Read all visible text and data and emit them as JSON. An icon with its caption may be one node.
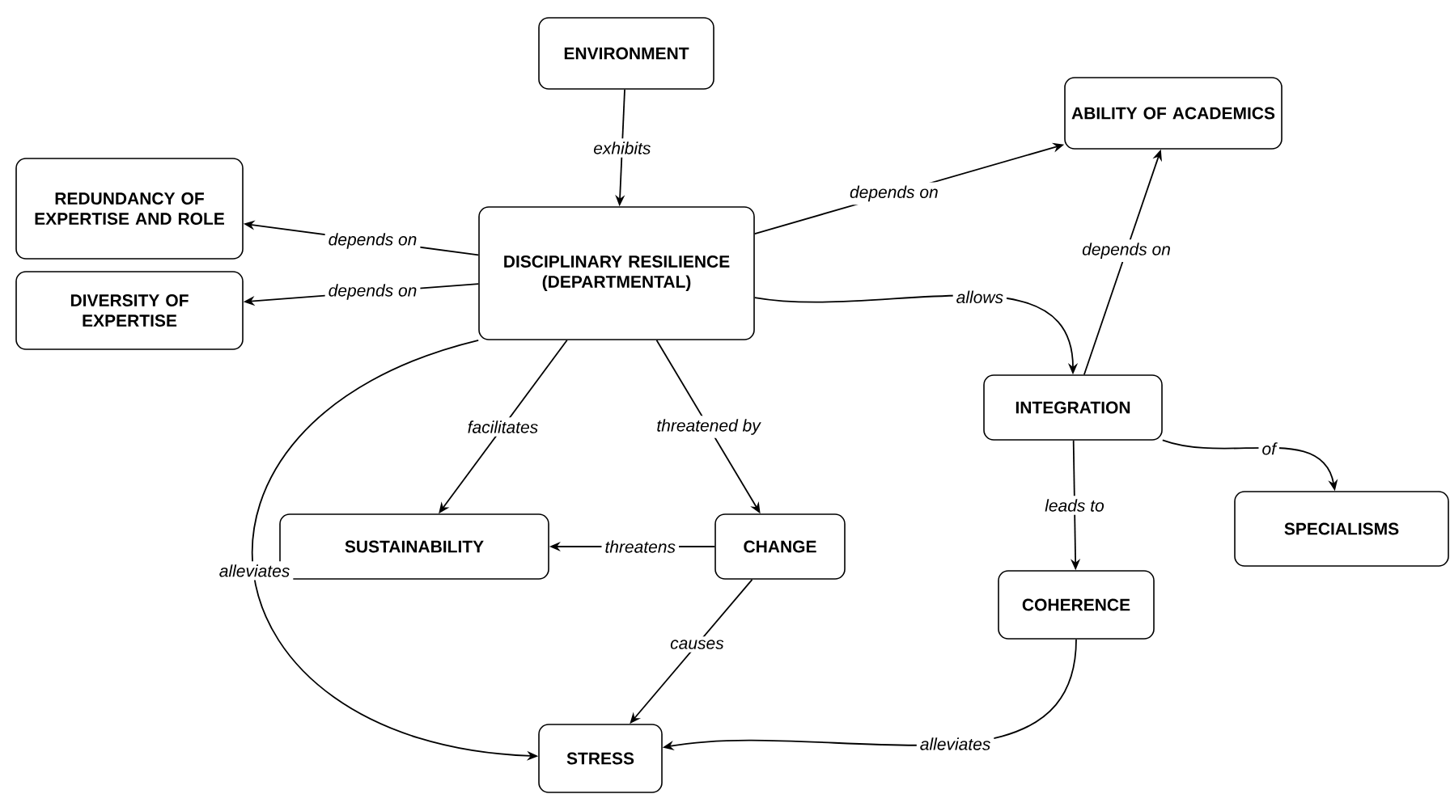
{
  "diagram": {
    "nodes": [
      {
        "text": [
          "ENVIRONMENT"
        ]
      },
      {
        "text": [
          "ABILITY OF ACADEMICS"
        ]
      },
      {
        "text": [
          "REDUNDANCY OF EXPERTISE AND ROLE"
        ]
      },
      {
        "text": [
          "DISCIPLINARY RESILIENCE (DEPARTMENTAL)"
        ]
      },
      {
        "text": [
          "DIVERSITY OF EXPERTISE"
        ]
      },
      {
        "text": [
          "INTEGRATION"
        ]
      },
      {
        "text": [
          "SUSTAINABILITY"
        ]
      },
      {
        "text": [
          "CHANGE"
        ]
      },
      {
        "text": [
          "SPECIALISMS"
        ]
      },
      {
        "text": [
          "COHERENCE"
        ]
      },
      {
        "text": [
          "STRESS"
        ]
      }
    ],
    "edges": [
      {
        "from": 0,
        "to": 3,
        "arrow": "to",
        "label": "exhibits"
      },
      {
        "from": 3,
        "to": 1,
        "arrow": "to",
        "label": "depends on"
      },
      {
        "from": 3,
        "to": 2,
        "arrow": "to",
        "label": "depends on"
      },
      {
        "from": 3,
        "to": 4,
        "arrow": "to",
        "label": "depends on"
      },
      {
        "from": 3,
        "to": 5,
        "arrow": "to",
        "label": "allows"
      },
      {
        "from": 5,
        "to": 1,
        "arrow": "to",
        "label": "depends on"
      },
      {
        "from": 5,
        "to": 8,
        "arrow": "to",
        "label": "of"
      },
      {
        "from": 3,
        "to": 6,
        "arrow": "to",
        "label": "facilitates"
      },
      {
        "from": 3,
        "to": 7,
        "arrow": "to",
        "label": "threatened by"
      },
      {
        "from": 7,
        "to": 6,
        "arrow": "to",
        "label": "threatens"
      },
      {
        "from": 5,
        "to": 9,
        "arrow": "to",
        "label": "leads to"
      },
      {
        "from": 7,
        "to": 10,
        "arrow": "to",
        "label": "causes"
      },
      {
        "from": 3,
        "to": 10,
        "arrow": "to",
        "label": "alleviates"
      },
      {
        "from": 9,
        "to": 10,
        "arrow": "to",
        "label": "alleviates"
      }
    ]
  }
}
